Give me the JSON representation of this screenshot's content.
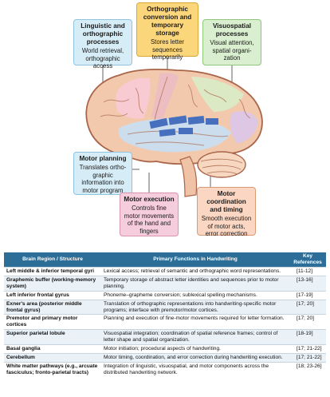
{
  "callouts": {
    "linguistic": {
      "title": "Linguistic and orthographic processes",
      "desc": "World retrieval, orthographic access"
    },
    "orthographic": {
      "title": "Orthographic conversion and temporary storage",
      "desc": "Stores letter sequences temporarily"
    },
    "visuospatial": {
      "title": "Visuospatial processes",
      "desc": "Visual attention, spatial organi-zation"
    },
    "motor_planning": {
      "title": "Motor planning",
      "desc": "Translates ortho-graphic information into motor program"
    },
    "motor_execution": {
      "title": "Motor execution",
      "desc": "Controls fine motor movements of the hand and fingers"
    },
    "motor_coordination": {
      "title": "Motor coordination and timing",
      "desc": "Smooth execution of motor acts, error correction"
    }
  },
  "colors": {
    "header_bg": "#2d6e98",
    "row_alt_bg": "#eaf2f8",
    "brain_base": "#f3c9ad",
    "brain_outline": "#a8654a",
    "temporal_lobe": "#c9dff0",
    "frontal_region": "#f8cad8",
    "parietal_region": "#d8ecc6",
    "posterior_region": "#dcc6ea",
    "cerebellum": "#f7d7bf",
    "tract": "#466fbe"
  },
  "table": {
    "headers": [
      "Brain Region / Structure",
      "Primary Functions in Handwriting",
      "Key References"
    ],
    "rows": [
      {
        "region": "Left middle & inferior temporal gyri",
        "function": "Lexical access; retrieval of semantic and orthographic word representations.",
        "refs": "[11-12]"
      },
      {
        "region": "Graphemic buffer (working-memory system)",
        "function": "Temporary storage of abstract letter identities and sequences prior to motor planning.",
        "refs": "[13-16]"
      },
      {
        "region": "Left inferior frontal gyrus",
        "function": "Phoneme–grapheme conversion; sublexical spelling mechanisms.",
        "refs": "[17-19]"
      },
      {
        "region": "Exner's area (posterior middle frontal gyrus)",
        "function": "Translation of orthographic representations into handwriting-specific motor programs; interface with premotor/motor cortices.",
        "refs": "[17; 20]"
      },
      {
        "region": "Premotor and primary motor cortices",
        "function": "Planning and execution of fine-motor movements required for letter formation.",
        "refs": "[17; 20]"
      },
      {
        "region": "Superior parietal lobule",
        "function": "Visuospatial integration; coordination of spatial reference frames; control of letter shape and spatial organization.",
        "refs": "[18-19]"
      },
      {
        "region": "Basal ganglia",
        "function": "Motor initiation; procedural aspects of handwriting.",
        "refs": "[17; 21-22]"
      },
      {
        "region": "Cerebellum",
        "function": "Motor timing, coordination, and error correction during handwriting execution.",
        "refs": "[17; 21-22]"
      },
      {
        "region": "White matter pathways (e.g., arcuate fasciculus; fronto-parietal tracts)",
        "function": "Integration of linguistic, visuospatial, and motor components across the distributed handwriting network.",
        "refs": "[18; 23-26]"
      }
    ]
  }
}
